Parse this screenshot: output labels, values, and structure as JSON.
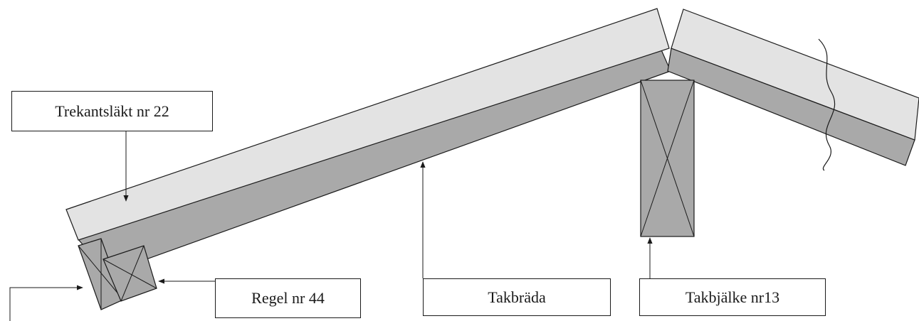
{
  "labels": {
    "trekantslakt": "Trekantsläkt nr 22",
    "regel": "Regel nr 44",
    "takbrada": "Takbräda",
    "takbjalke": "Takbjälke nr13"
  },
  "colors": {
    "light_fill": "#e3e3e3",
    "dark_fill": "#a9a9a9",
    "stroke": "#1a1a1a"
  }
}
